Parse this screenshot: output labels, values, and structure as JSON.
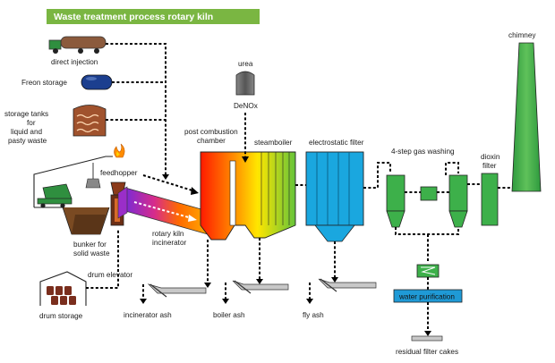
{
  "title": "Waste treatment process rotary kiln",
  "labels": {
    "direct_injection": "direct injection",
    "freon_storage": "Freon storage",
    "storage_tanks_1": "storage tanks",
    "storage_tanks_2": "for",
    "storage_tanks_3": "liquid and",
    "storage_tanks_4": "pasty waste",
    "feedhopper": "feedhopper",
    "bunker_1": "bunker for",
    "bunker_2": "solid waste",
    "drum_elevator": "drum elevator",
    "drum_storage": "drum storage",
    "urea": "urea",
    "denox": "DeNOx",
    "post_combustion_1": "post combustion",
    "post_combustion_2": "chamber",
    "steamboiler": "steamboiler",
    "electrostatic_filter": "electrostatic filter",
    "gas_washing": "4-step gas washing",
    "dioxin_1": "dioxin",
    "dioxin_2": "filter",
    "chimney": "chimney",
    "rotary_kiln_1": "rotary kiln",
    "rotary_kiln_2": "incinerator",
    "incinerator_ash": "incinerator ash",
    "boiler_ash": "boiler ash",
    "fly_ash": "fly ash",
    "water_purification": "water purification",
    "residual_filter_cakes": "residual filter cakes"
  },
  "colors": {
    "title_bar": "#7ab642",
    "water_box": "#1f9ad6",
    "filter_blue": "#1aa7df",
    "green_equipment": "#3db04a",
    "chimney": "#3fae49",
    "tanker": "#8b5a3c",
    "freon_tank": "#1c3f8f",
    "storage_tank": "#a0522d",
    "urea_tank": "#666666",
    "drums": "#7a2e1d"
  }
}
